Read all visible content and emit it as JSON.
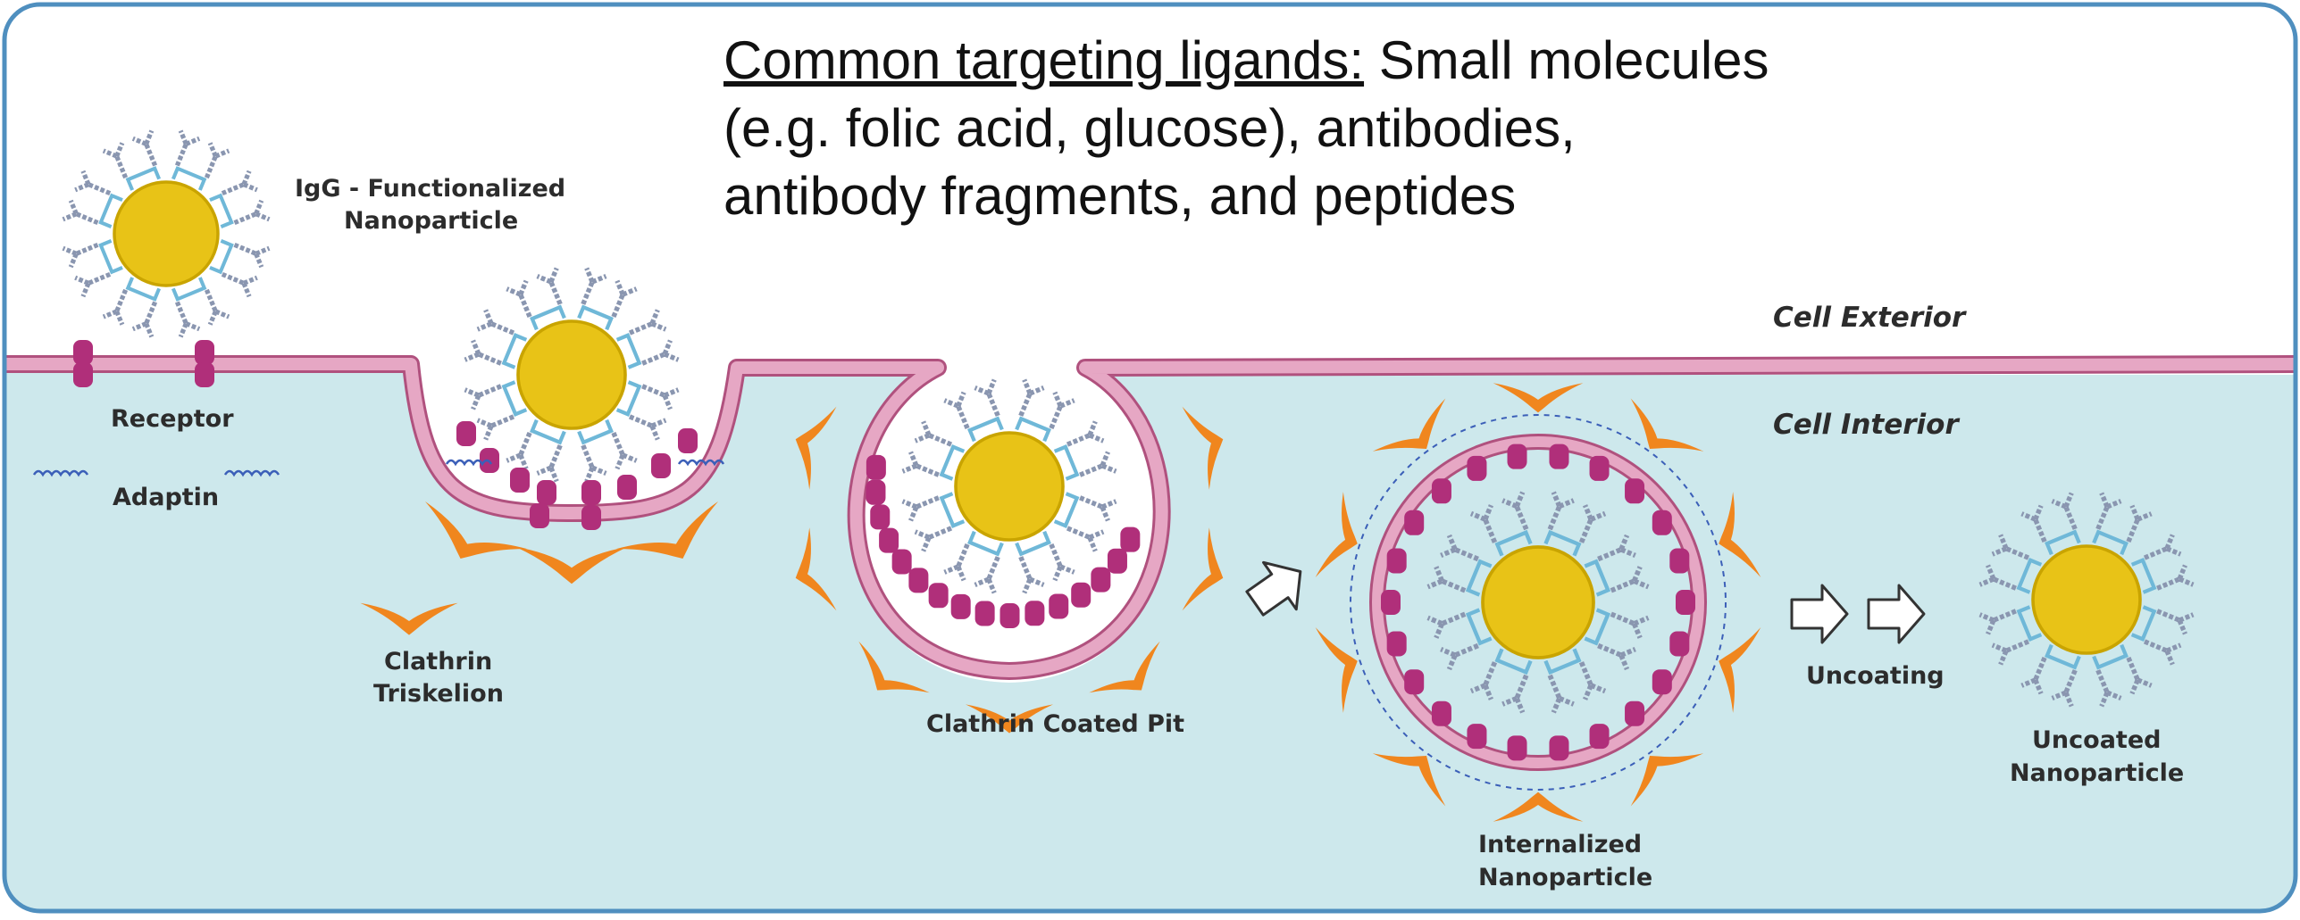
{
  "heading": {
    "lead": "Common targeting ligands:",
    "rest_line1": " Small molecules",
    "line2": "(e.g. folic acid, glucose), antibodies,",
    "line3": "antibody fragments, and peptides"
  },
  "labels": {
    "igg_line1": "IgG - Functionalized",
    "igg_line2": "Nanoparticle",
    "cell_exterior": "Cell Exterior",
    "cell_interior": "Cell Interior",
    "receptor": "Receptor",
    "adaptin": "Adaptin",
    "clathrin_line1": "Clathrin",
    "clathrin_line2": "Triskelion",
    "coated_pit": "Clathrin Coated Pit",
    "internalized_line1": "Internalized",
    "internalized_line2": "Nanoparticle",
    "uncoating": "Uncoating",
    "uncoated_line1": "Uncoated",
    "uncoated_line2": "Nanoparticle"
  },
  "colors": {
    "frame": "#4f8fbf",
    "interior": "#cde8ec",
    "membrane_fill": "#e6a7c4",
    "membrane_edge": "#b0517e",
    "receptor": "#b02f7a",
    "core": "#e8c317",
    "antibody": "#8a96b0",
    "linker": "#6fb8d8",
    "clathrin": "#f0861e",
    "adaptin": "#3b5fb8"
  },
  "icons": [
    "igg-nanoparticle",
    "receptor-icon",
    "adaptin-icon",
    "clathrin-triskelion-icon",
    "arrow-right-icon"
  ]
}
